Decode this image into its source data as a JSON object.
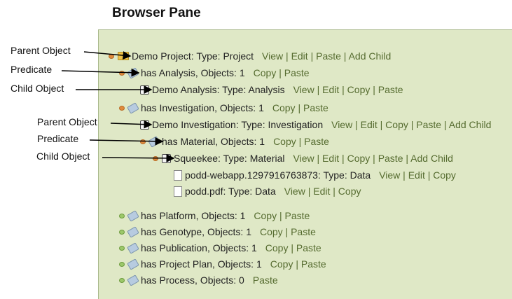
{
  "title": "Browser Pane",
  "labels": [
    {
      "text": "Parent Object"
    },
    {
      "text": "Predicate"
    },
    {
      "text": "Child Object"
    },
    {
      "text": "Parent Object"
    },
    {
      "text": "Predicate"
    },
    {
      "text": "Child Object"
    }
  ],
  "rows": [
    {
      "bullet": "orange",
      "icon": "folder",
      "text": "Demo Project: Type: Project",
      "links": [
        "View",
        "Edit",
        "Paste",
        "Add Child"
      ]
    },
    {
      "bullet": "orange",
      "icon": "tag",
      "text": "has Analysis, Objects: 1",
      "links": [
        "Copy",
        "Paste"
      ]
    },
    {
      "bullet": "",
      "icon": "obj",
      "text": "Demo Analysis: Type: Analysis",
      "links": [
        "View",
        "Edit",
        "Copy",
        "Paste"
      ]
    },
    {
      "bullet": "orange",
      "icon": "tag",
      "text": "has Investigation, Objects: 1",
      "links": [
        "Copy",
        "Paste"
      ]
    },
    {
      "bullet": "",
      "icon": "obj",
      "text": "Demo Investigation: Type: Investigation",
      "links": [
        "View",
        "Edit",
        "Copy",
        "Paste",
        "Add Child"
      ]
    },
    {
      "bullet": "orange",
      "icon": "tag",
      "text": "has Material, Objects: 1",
      "links": [
        "Copy",
        "Paste"
      ]
    },
    {
      "bullet": "orange",
      "icon": "obj",
      "text": "Squeekee: Type: Material",
      "links": [
        "View",
        "Edit",
        "Copy",
        "Paste",
        "Add Child"
      ]
    },
    {
      "bullet": "",
      "icon": "doc",
      "text": "podd-webapp.1297916763873: Type: Data",
      "links": [
        "View",
        "Edit",
        "Copy"
      ]
    },
    {
      "bullet": "",
      "icon": "doc",
      "text": "podd.pdf: Type: Data",
      "links": [
        "View",
        "Edit",
        "Copy"
      ]
    },
    {
      "bullet": "green",
      "icon": "tag",
      "text": "has Platform, Objects: 1",
      "links": [
        "Copy",
        "Paste"
      ]
    },
    {
      "bullet": "green",
      "icon": "tag",
      "text": "has Genotype, Objects: 1",
      "links": [
        "Copy",
        "Paste"
      ]
    },
    {
      "bullet": "green",
      "icon": "tag",
      "text": "has Publication, Objects: 1",
      "links": [
        "Copy",
        "Paste"
      ]
    },
    {
      "bullet": "green",
      "icon": "tag",
      "text": "has Project Plan, Objects: 1",
      "links": [
        "Copy",
        "Paste"
      ]
    },
    {
      "bullet": "green",
      "icon": "tag",
      "text": "has Process, Objects: 0",
      "links": [
        "Paste"
      ]
    }
  ]
}
